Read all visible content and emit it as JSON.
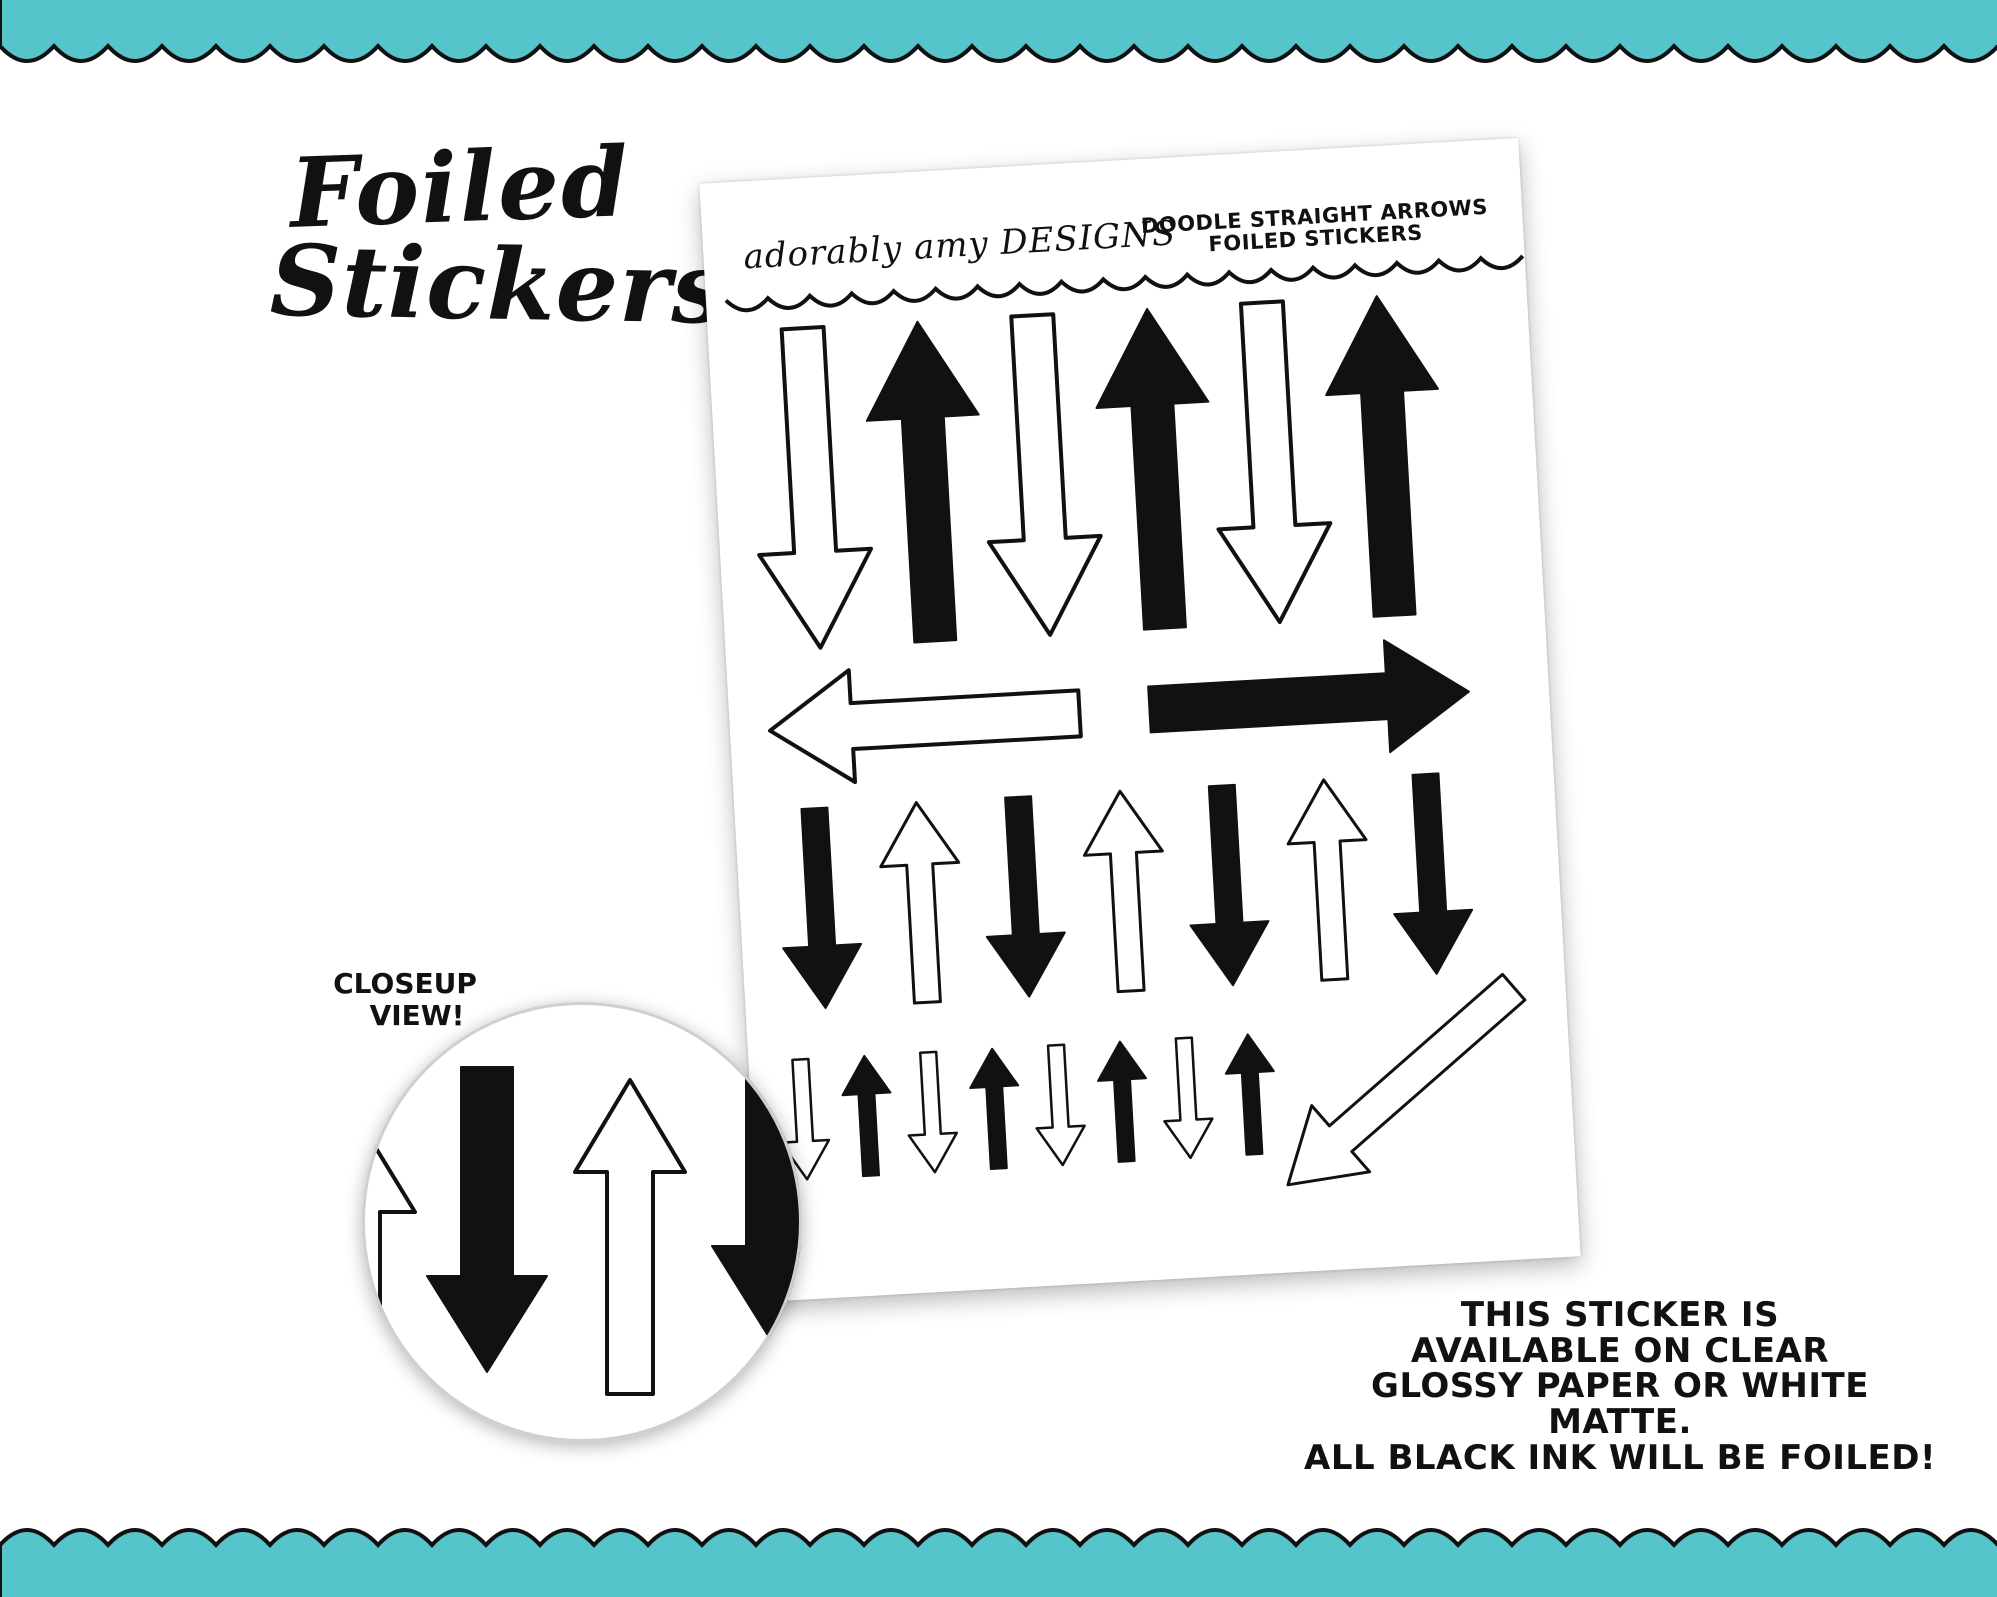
{
  "header": {
    "line1": "Foiled",
    "line2": "Stickers"
  },
  "sheet": {
    "brand": "adorably amy DESIGNS",
    "title_line1": "DOODLE STRAIGHT ARROWS",
    "title_line2": "FOILED STICKERS"
  },
  "closeup": {
    "label_line1": "CLOSEUP",
    "label_line2": "VIEW!"
  },
  "availability_note": {
    "line1": "THIS STICKER IS",
    "line2": "AVAILABLE ON CLEAR",
    "line3": "GLOSSY PAPER OR WHITE MATTE.",
    "line4": "ALL BLACK INK WILL BE FOILED!"
  },
  "colors": {
    "accent": "#56c5cb",
    "ink": "#111111",
    "background": "#ffffff"
  },
  "icons": [
    "arrow-up-icon",
    "arrow-down-icon",
    "arrow-left-icon",
    "arrow-right-icon",
    "arrow-diagonal-icon"
  ]
}
